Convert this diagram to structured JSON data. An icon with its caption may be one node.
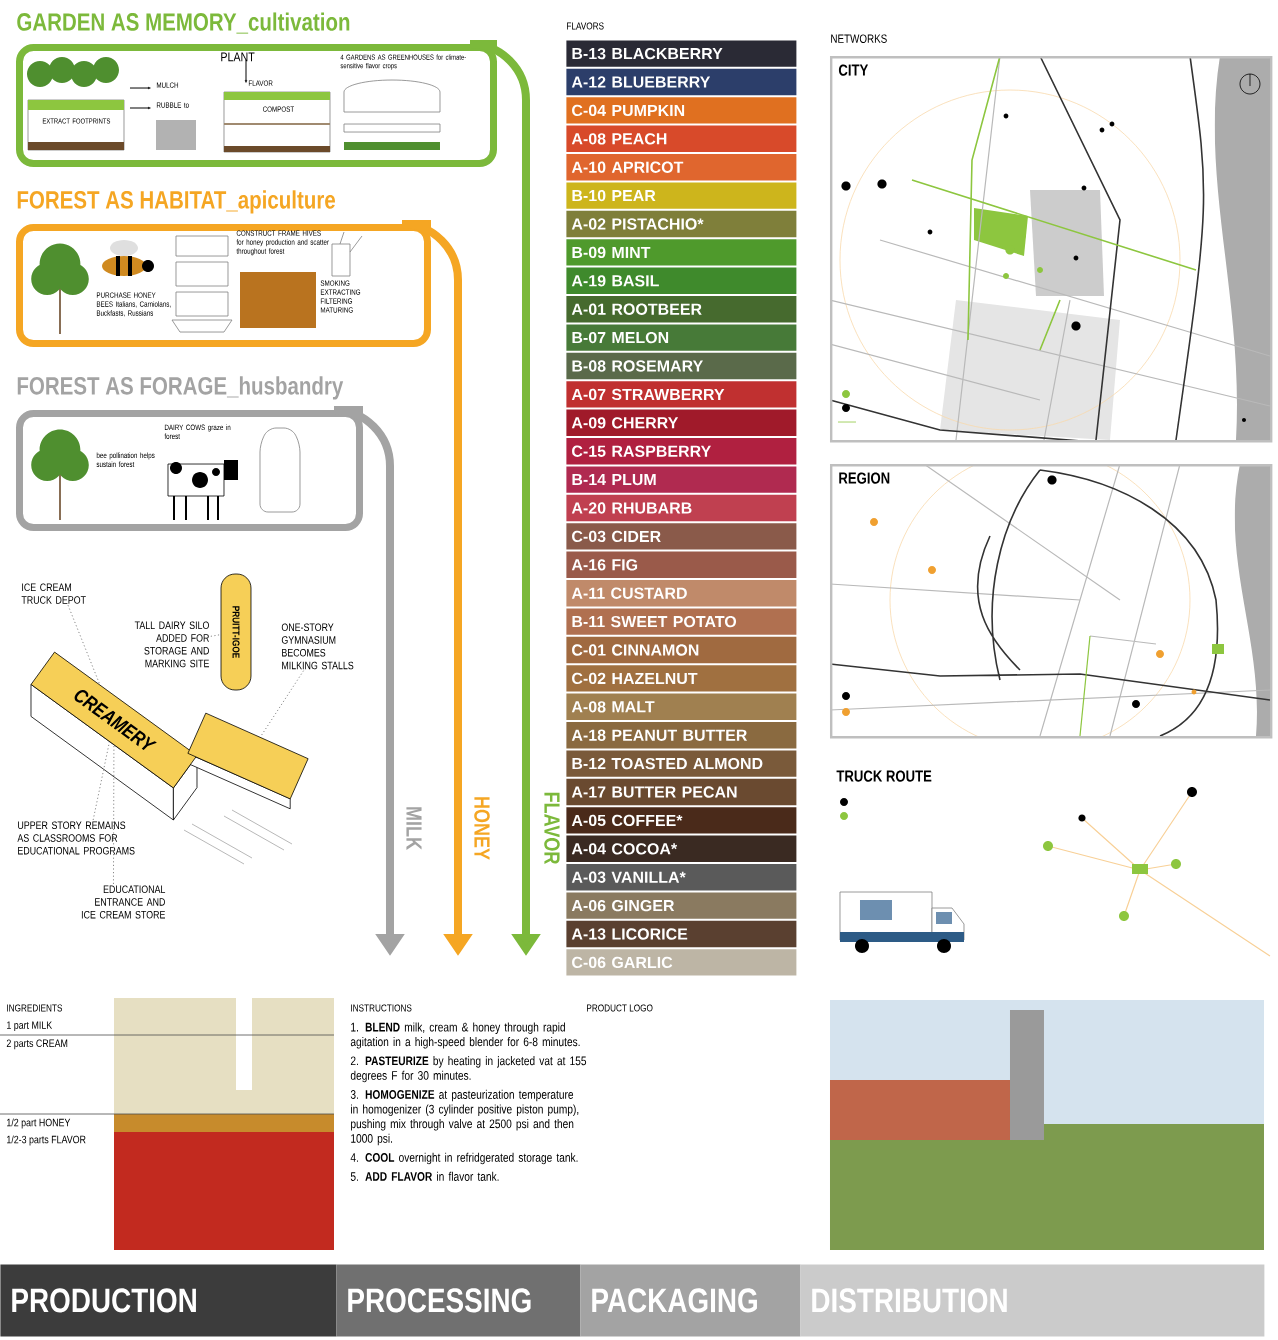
{
  "diagram": {
    "nodes": [
      {
        "text": [
          "GARDEN AS MEMORY_cultivation",
          "EXTRACT FOOTPRINTS",
          "MULCH",
          "RUBBLE to",
          "PLANT",
          "FLAVOR",
          "COMPOST",
          "4 GARDENS AS GREENHOUSES for climate-sensitive flavor crops"
        ]
      },
      {
        "text": [
          "FOREST AS HABITAT_apiculture",
          "PURCHASE HONEY BEES Italians, Carniolans, Buckfasts, Russians",
          "CONSTRUCT FRAME HIVES for honey production and scatter throughout forest",
          "SMOKING EXTRACTING FILTERING MATURING"
        ]
      },
      {
        "text": [
          "FOREST AS FORAGE_husbandry",
          "bee pollination helps sustain forest",
          "DAIRY COWS graze in forest"
        ]
      },
      {
        "text": [
          "ICE CREAM TRUCK DEPOT"
        ]
      },
      {
        "text": [
          "TALL DAIRY SILO ADDED FOR STORAGE AND MARKING SITE"
        ]
      },
      {
        "text": [
          "ONE-STORY GYMNASIUM BECOMES MILKING STALLS"
        ]
      },
      {
        "text": [
          "CREAMERY"
        ]
      },
      {
        "text": [
          "PRUITT-IGOE"
        ]
      },
      {
        "text": [],
        "shape": "box"
      },
      {
        "text": [
          "UPPER STORY REMAINS AS CLASSROOMS FOR EDUCATIONAL PROGRAMS"
        ]
      },
      {
        "text": [
          "EDUCATIONAL ENTRANCE AND ICE CREAM STORE"
        ]
      },
      {
        "text": [
          "B-13 BLACKBERRY"
        ]
      },
      {
        "text": [
          "A-12 BLUEBERRY"
        ]
      },
      {
        "text": [
          "C-04 PUMPKIN"
        ]
      },
      {
        "text": [
          "A-08 PEACH"
        ]
      },
      {
        "text": [
          "A-10 APRICOT"
        ]
      },
      {
        "text": [
          "B-10 PEAR"
        ]
      },
      {
        "text": [
          "A-02 PISTACHIO*"
        ]
      },
      {
        "text": [
          "B-09 MINT"
        ]
      },
      {
        "text": [
          "A-19 BASIL"
        ]
      },
      {
        "text": [
          "A-01 ROOTBEER"
        ]
      },
      {
        "text": [
          "B-07 MELON"
        ]
      },
      {
        "text": [
          "B-08 ROSEMARY"
        ]
      },
      {
        "text": [
          "A-07 STRAWBERRY"
        ]
      },
      {
        "text": [
          "A-09 CHERRY"
        ]
      },
      {
        "text": [
          "C-15 RASPBERRY"
        ]
      },
      {
        "text": [
          "B-14 PLUM"
        ]
      },
      {
        "text": [
          "A-20 RHUBARB"
        ]
      },
      {
        "text": [
          "C-03 CIDER"
        ]
      },
      {
        "text": [
          "A-16 FIG"
        ]
      },
      {
        "text": [
          "A-11 CUSTARD"
        ]
      },
      {
        "text": [
          "B-11 SWEET POTATO"
        ]
      },
      {
        "text": [
          "C-01 CINNAMON"
        ]
      },
      {
        "text": [
          "C-02 HAZELNUT"
        ]
      },
      {
        "text": [
          "A-08 MALT"
        ]
      },
      {
        "text": [
          "A-18 PEANUT BUTTER"
        ]
      },
      {
        "text": [
          "B-12 TOASTED ALMOND"
        ]
      },
      {
        "text": [
          "A-17 BUTTER PECAN"
        ]
      },
      {
        "text": [
          "A-05 COFFEE*"
        ]
      },
      {
        "text": [
          "A-04 COCOA*"
        ]
      },
      {
        "text": [
          "A-03 VANILLA*"
        ]
      },
      {
        "text": [
          "A-06 GINGER"
        ]
      },
      {
        "text": [
          "A-13 LICORICE"
        ]
      },
      {
        "text": [
          "C-06 GARLIC"
        ]
      },
      {
        "text": [
          "CITY"
        ]
      },
      {
        "text": [
          "REGION"
        ]
      },
      {
        "text": [
          "PRODUCTION"
        ]
      },
      {
        "text": [
          "PROCESSING"
        ]
      },
      {
        "text": [
          "PACKAGING"
        ]
      },
      {
        "text": [
          "DISTRIBUTION"
        ]
      }
    ],
    "edges": [
      {
        "from": 0,
        "to": null,
        "arrow": "to",
        "label": "FLAVOR",
        "style": "thick",
        "color": "#7cb93b"
      },
      {
        "from": 1,
        "to": null,
        "arrow": "to",
        "label": "HONEY",
        "style": "thick",
        "color": "#f5a623"
      },
      {
        "from": 2,
        "to": null,
        "arrow": "to",
        "label": "MILK",
        "style": "thick",
        "color": "#a3a3a3"
      },
      {
        "from": 3,
        "to": 6,
        "arrow": "none",
        "style": "dashed"
      },
      {
        "from": 4,
        "to": 7,
        "arrow": "none",
        "style": "dashed"
      },
      {
        "from": 5,
        "to": 8,
        "arrow": "none",
        "style": "dashed"
      },
      {
        "from": 9,
        "to": 6,
        "arrow": "none",
        "style": "dashed"
      },
      {
        "from": 10,
        "to": 6,
        "arrow": "none",
        "style": "dashed"
      }
    ],
    "labels": [
      "FLAVORS",
      "NETWORKS",
      "TRUCK ROUTE",
      "INGREDIENTS",
      "1 part MILK",
      "2 parts CREAM",
      "1/2 part HONEY",
      "1/2-3 parts FLAVOR",
      "INSTRUCTIONS",
      "1. **BLEND** milk, cream & honey through rapid agitation in a high-speed blender for 6-8 minutes.",
      "2. **PASTEURIZE** by heating in jacketed vat at 155 degrees F for 30 minutes.",
      "3. **HOMOGENIZE** at pasteurization temperature in homogenizer (3 cylinder positive piston pump), pushing mix through valve at 2500 psi and then 1000 psi.",
      "4. **COOL** overnight in refridgerated storage tank.",
      "5. **ADD FLAVOR** in flavor tank.",
      "PRODUCT LOGO"
    ]
  }
}
